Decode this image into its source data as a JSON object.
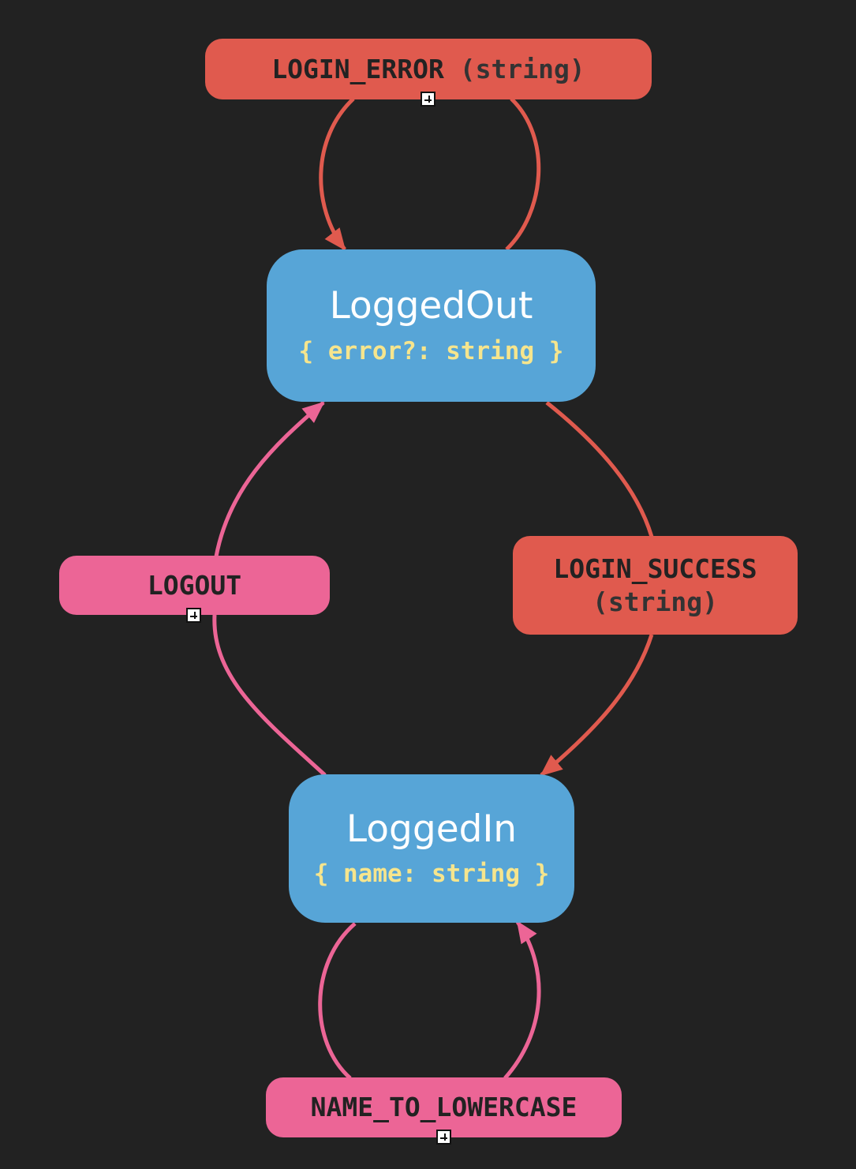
{
  "colors": {
    "background": "#222222",
    "state_fill": "#57a5d7",
    "context_text": "#f6e58d",
    "error_event": "#e05a4e",
    "success_event": "#e05a4e",
    "logout_event": "#ec6596",
    "name_event": "#ec6596"
  },
  "states": {
    "logged_out": {
      "name": "LoggedOut",
      "context": "{ error?: string }"
    },
    "logged_in": {
      "name": "LoggedIn",
      "context": "{ name: string }"
    }
  },
  "events": {
    "login_error": {
      "name": "LOGIN_ERROR",
      "payload": "(string)"
    },
    "login_success": {
      "name": "LOGIN_SUCCESS",
      "payload": "(string)"
    },
    "logout": {
      "name": "LOGOUT",
      "payload": ""
    },
    "name_to_lowercase": {
      "name": "NAME_TO_LOWERCASE",
      "payload": ""
    }
  },
  "transitions": [
    {
      "event": "LOGIN_ERROR",
      "from": "LoggedOut",
      "to": "LoggedOut"
    },
    {
      "event": "LOGIN_SUCCESS",
      "from": "LoggedOut",
      "to": "LoggedIn"
    },
    {
      "event": "LOGOUT",
      "from": "LoggedIn",
      "to": "LoggedOut"
    },
    {
      "event": "NAME_TO_LOWERCASE",
      "from": "LoggedIn",
      "to": "LoggedIn"
    }
  ],
  "icons": {
    "expand": "plus-square-icon"
  }
}
